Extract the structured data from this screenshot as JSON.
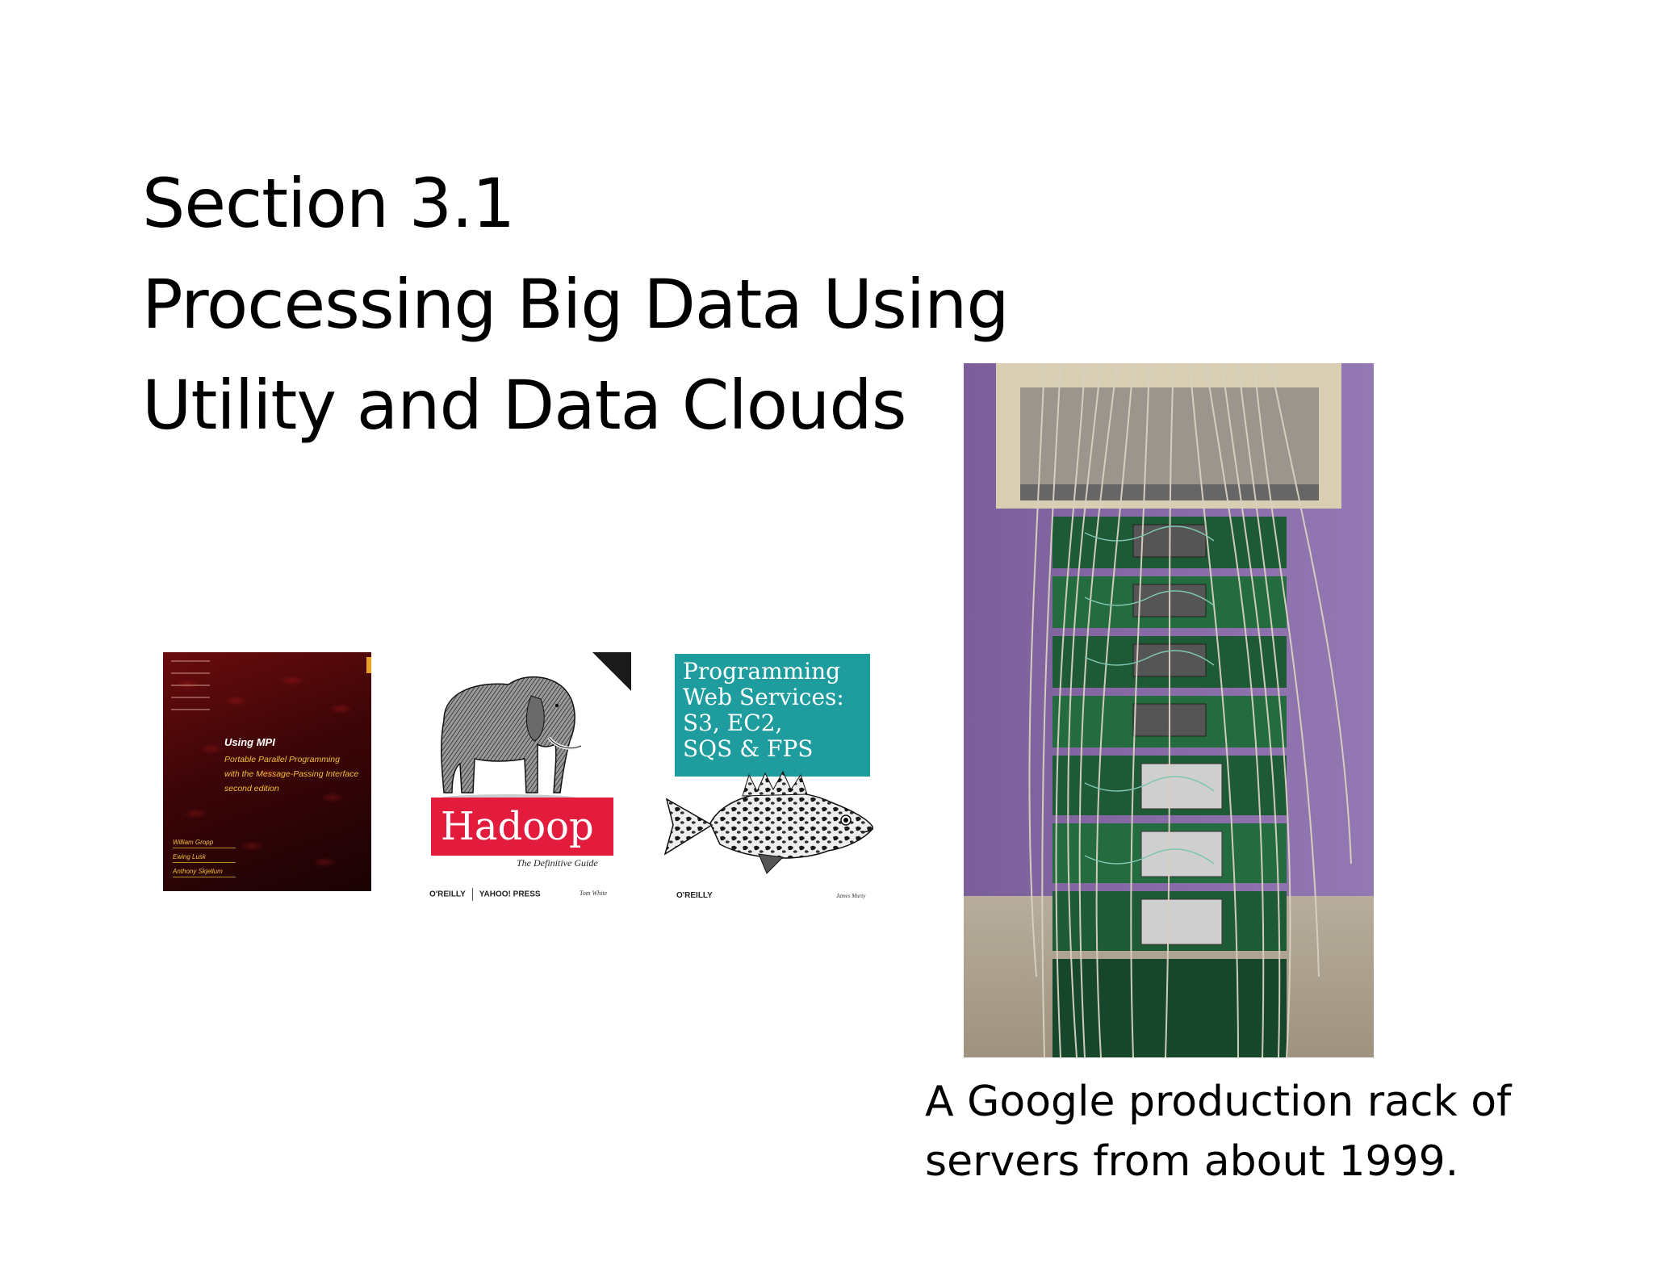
{
  "title": {
    "line1": "Section 3.1",
    "line2": "Processing Big Data Using",
    "line3": "Utility and Data Clouds"
  },
  "books": {
    "mpi": {
      "title": "Using MPI",
      "subtitle_line1": "Portable Parallel Programming",
      "subtitle_line2": "with the Message-Passing Interface",
      "edition": "second edition",
      "authors": [
        "William Gropp",
        "Ewing Lusk",
        "Anthony Skjellum"
      ]
    },
    "hadoop": {
      "title": "Hadoop",
      "subtitle": "The Definitive Guide",
      "publisher": "O'REILLY",
      "copublisher": "YAHOO! PRESS",
      "author": "Tom White"
    },
    "aws": {
      "title_line1": "Programming",
      "title_line2": "Web Services:",
      "title_line3": "S3, EC2,",
      "title_line4": "SQS & FPS",
      "publisher": "O'REILLY",
      "author": "James Murty"
    }
  },
  "caption": {
    "line1": "A Google production rack of",
    "line2": "servers from about 1999."
  },
  "colors": {
    "hadoop_red": "#e31c3d",
    "aws_teal": "#1e9c9e",
    "mpi_red": "#3d0508",
    "rack_wall": "#8a6aa8"
  },
  "images": {
    "mpi_cover": "book-cover",
    "hadoop_cover": "elephant-illustration",
    "aws_cover": "fish-illustration",
    "rack_photo": "server-rack-photo"
  }
}
